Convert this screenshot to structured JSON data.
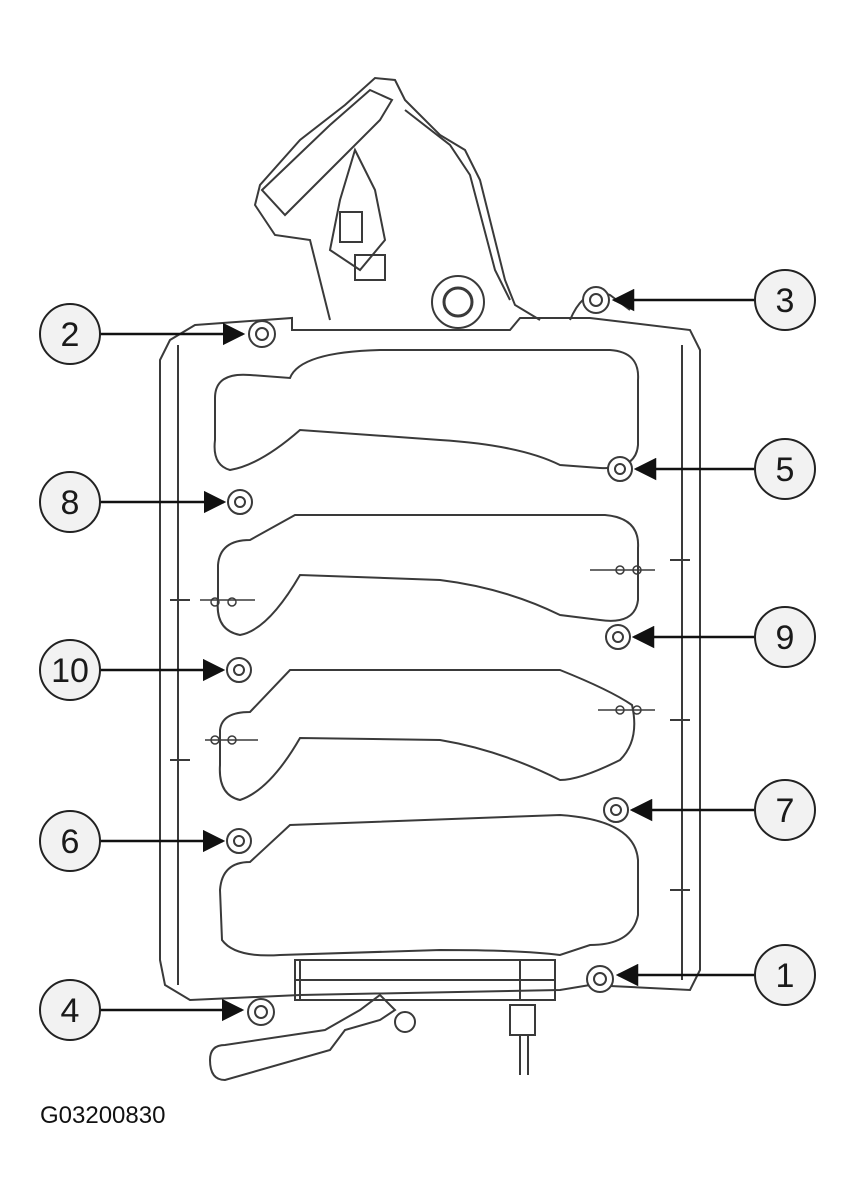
{
  "figure_id": "G03200830",
  "callouts": [
    {
      "label": "1"
    },
    {
      "label": "2"
    },
    {
      "label": "3"
    },
    {
      "label": "4"
    },
    {
      "label": "5"
    },
    {
      "label": "6"
    },
    {
      "label": "7"
    },
    {
      "label": "8"
    },
    {
      "label": "9"
    },
    {
      "label": "10"
    }
  ],
  "colors": {
    "line": "#3a3a3a",
    "callout_fill": "#f2f2f2"
  }
}
